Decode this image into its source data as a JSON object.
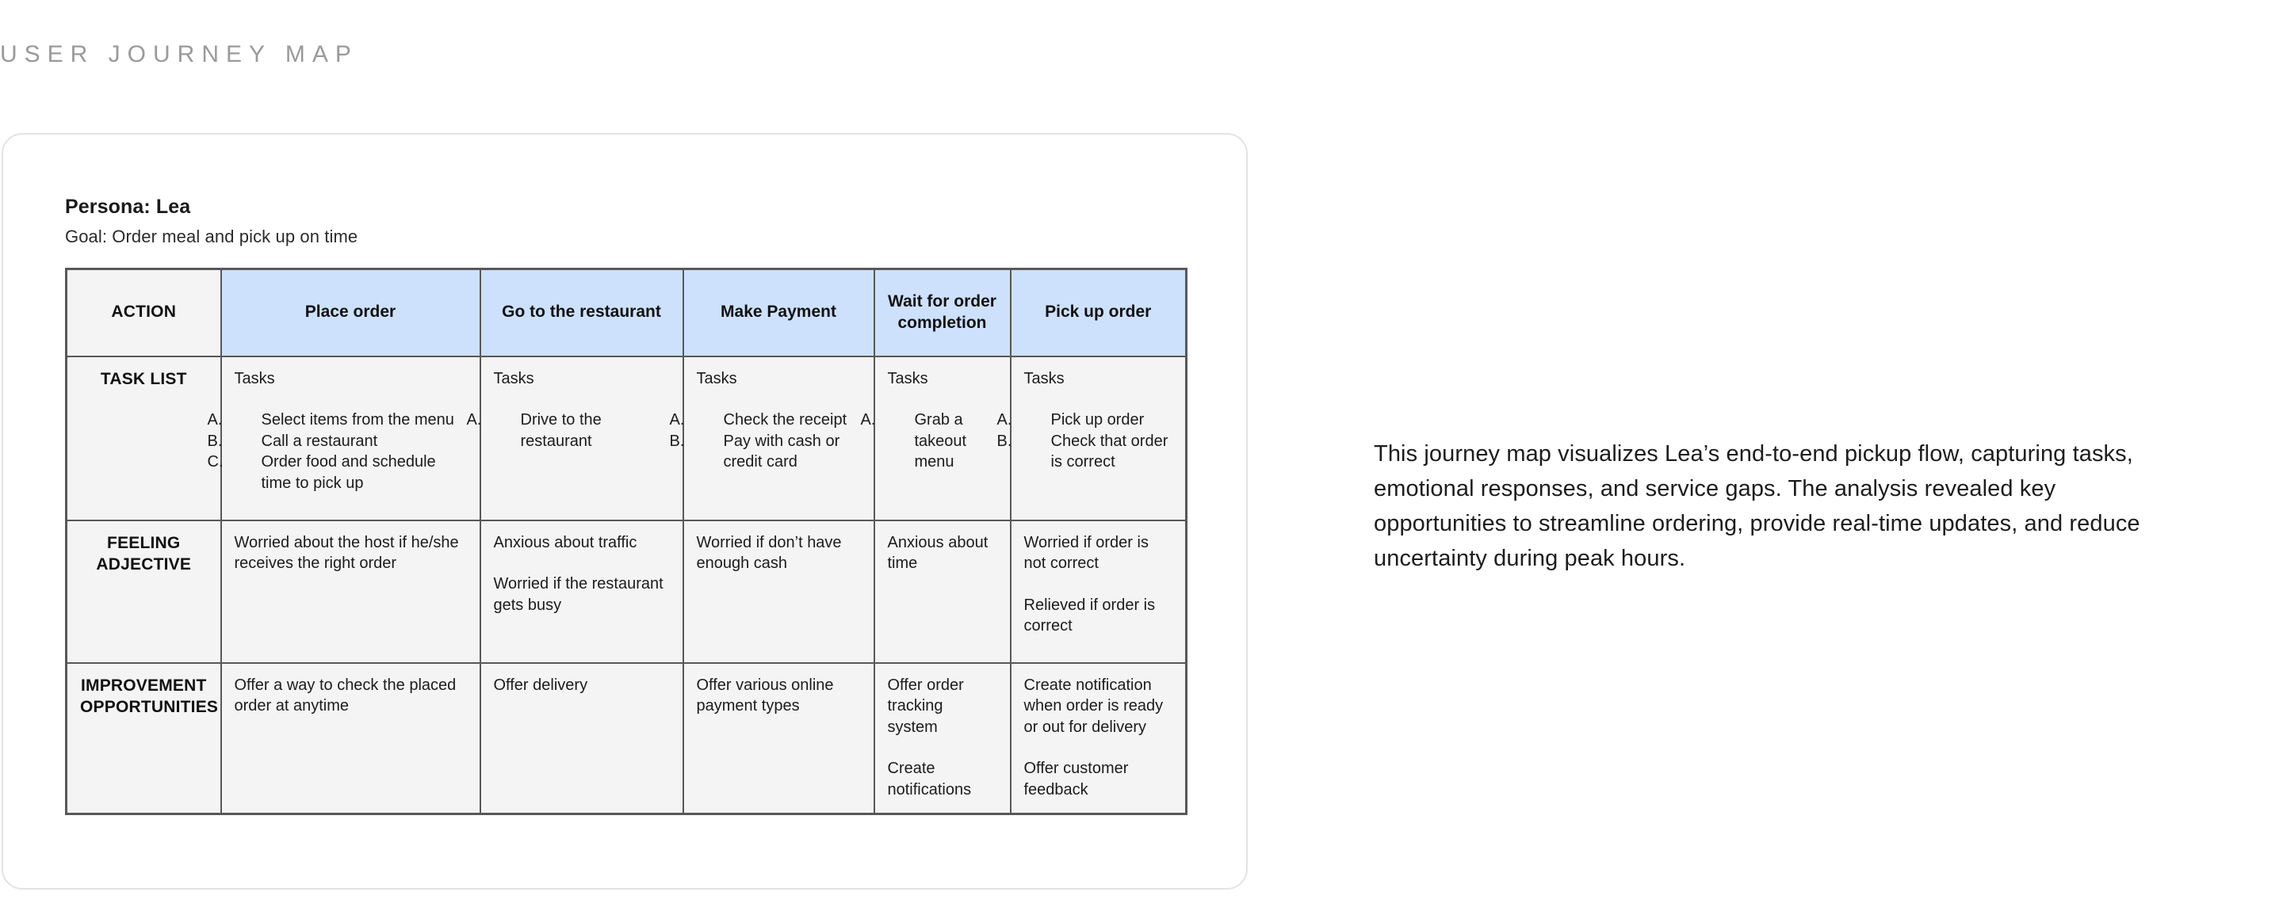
{
  "page": {
    "title": "USER JOURNEY MAP"
  },
  "persona": {
    "name": "Persona: Lea",
    "goal": "Goal: Order meal and pick up on time"
  },
  "table": {
    "header": {
      "row_label": "ACTION",
      "stages": [
        "Place order",
        "Go to the restaurant",
        "Make Payment",
        "Wait for order completion",
        "Pick up order"
      ]
    },
    "rows": [
      {
        "label": "TASK LIST",
        "cells": [
          {
            "lead": "Tasks",
            "tasks": [
              {
                "marker": "A.",
                "text": "Select items from the menu"
              },
              {
                "marker": "B.",
                "text": "Call a restaurant"
              },
              {
                "marker": "C.",
                "text": "Order food and schedule time to pick up"
              }
            ],
            "blocks": []
          },
          {
            "lead": "Tasks",
            "tasks": [
              {
                "marker": "A.",
                "text": "Drive to the restaurant"
              }
            ],
            "blocks": []
          },
          {
            "lead": "Tasks",
            "tasks": [
              {
                "marker": "A.",
                "text": "Check the receipt"
              },
              {
                "marker": "B.",
                "text": "Pay with cash or credit card"
              }
            ],
            "blocks": []
          },
          {
            "lead": "Tasks",
            "tasks": [
              {
                "marker": "A.",
                "text": "Grab a takeout menu"
              }
            ],
            "blocks": []
          },
          {
            "lead": "Tasks",
            "tasks": [
              {
                "marker": "A.",
                "text": "Pick up order"
              },
              {
                "marker": "B.",
                "text": "Check that order is correct"
              }
            ],
            "blocks": []
          }
        ]
      },
      {
        "label": "FEELING ADJECTIVE",
        "cells": [
          {
            "lead": "",
            "tasks": [],
            "blocks": [
              "Worried about the host if he/she receives the right order"
            ]
          },
          {
            "lead": "",
            "tasks": [],
            "blocks": [
              "Anxious about traffic",
              "Worried if the restaurant gets busy"
            ]
          },
          {
            "lead": "",
            "tasks": [],
            "blocks": [
              "Worried if don’t have enough cash"
            ]
          },
          {
            "lead": "",
            "tasks": [],
            "blocks": [
              "Anxious about time"
            ]
          },
          {
            "lead": "",
            "tasks": [],
            "blocks": [
              "Worried if order is not correct",
              "Relieved if order is correct"
            ]
          }
        ]
      },
      {
        "label": "IMPROVEMENT OPPORTUNITIES",
        "cells": [
          {
            "lead": "",
            "tasks": [],
            "blocks": [
              "Offer a way to check the placed order at anytime"
            ]
          },
          {
            "lead": "",
            "tasks": [],
            "blocks": [
              "Offer delivery"
            ]
          },
          {
            "lead": "",
            "tasks": [],
            "blocks": [
              "Offer various online payment types"
            ]
          },
          {
            "lead": "",
            "tasks": [],
            "blocks": [
              "Offer order tracking system",
              "Create notifications"
            ]
          },
          {
            "lead": "",
            "tasks": [],
            "blocks": [
              "Create notification when order is ready or out for delivery",
              "Offer customer feedback"
            ]
          }
        ]
      }
    ]
  },
  "narrative": {
    "text": "This journey map visualizes Lea’s end-to-end pickup flow, capturing tasks, emotional responses, and service gaps. The analysis revealed key opportunities to streamline ordering, provide real-time updates, and reduce uncertainty during peak hours."
  },
  "colors": {
    "stage_header_blue": "#cde1fc",
    "cell_gray": "#f4f4f4",
    "table_border": "#585858",
    "card_border": "#e3e3e3",
    "title_gray": "#9a9a9a"
  }
}
